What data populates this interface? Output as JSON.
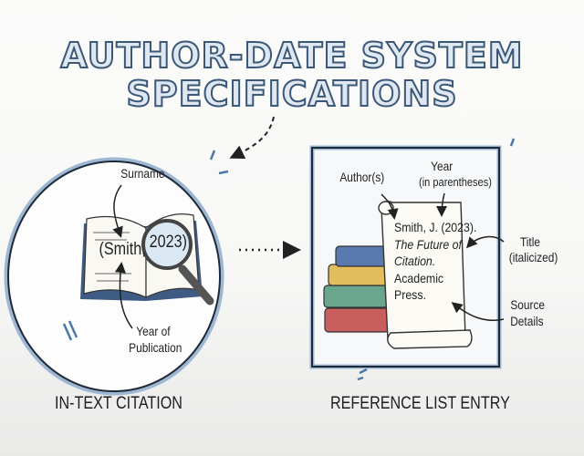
{
  "title": {
    "line1": "AUTHOR-DATE SYSTEM",
    "line2": "SPECIFICATIONS"
  },
  "in_text": {
    "caption": "IN-TEXT CITATION",
    "surname_label": "Surname",
    "year_label_1": "Year of",
    "year_label_2": "Publication",
    "citation_surname": "(Smith,",
    "citation_year": "2023)"
  },
  "reference": {
    "caption": "REFERENCE LIST ENTRY",
    "authors_label": "Author(s)",
    "year_label_1": "Year",
    "year_label_2": "(in parentheses)",
    "title_label_1": "Title",
    "title_label_2": "(italicized)",
    "source_label_1": "Source",
    "source_label_2": "Details",
    "entry_line1": "Smith, J. (2023).",
    "entry_line2": "The Future of",
    "entry_line3": "Citation.",
    "entry_line4": "Academic",
    "entry_line5": "Press."
  },
  "colors": {
    "accent": "#3c5878",
    "outline": "#1f2a38",
    "paper": "#fbfaf5"
  }
}
